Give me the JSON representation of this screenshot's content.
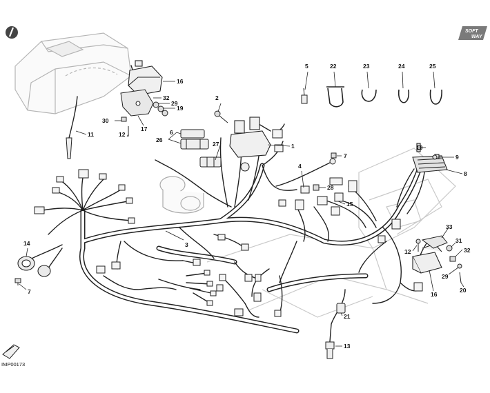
{
  "diagram": {
    "reference_code": "IMP00173",
    "logo": {
      "line1": "SOFT",
      "line2": "WAY"
    },
    "callouts": [
      {
        "key": "c1",
        "label": "1"
      },
      {
        "key": "c2",
        "label": "2"
      },
      {
        "key": "c3",
        "label": "3"
      },
      {
        "key": "c4",
        "label": "4"
      },
      {
        "key": "c5",
        "label": "5"
      },
      {
        "key": "c6",
        "label": "6"
      },
      {
        "key": "c7a",
        "label": "7"
      },
      {
        "key": "c7b",
        "label": "7"
      },
      {
        "key": "c8",
        "label": "8"
      },
      {
        "key": "c9",
        "label": "9"
      },
      {
        "key": "c10",
        "label": "10"
      },
      {
        "key": "c11",
        "label": "11"
      },
      {
        "key": "c12a",
        "label": "12"
      },
      {
        "key": "c12b",
        "label": "12"
      },
      {
        "key": "c13",
        "label": "13"
      },
      {
        "key": "c14",
        "label": "14"
      },
      {
        "key": "c15",
        "label": "15"
      },
      {
        "key": "c16a",
        "label": "16"
      },
      {
        "key": "c16b",
        "label": "16"
      },
      {
        "key": "c17",
        "label": "17"
      },
      {
        "key": "c19",
        "label": "19"
      },
      {
        "key": "c20",
        "label": "20"
      },
      {
        "key": "c21",
        "label": "21"
      },
      {
        "key": "c22",
        "label": "22"
      },
      {
        "key": "c23",
        "label": "23"
      },
      {
        "key": "c24",
        "label": "24"
      },
      {
        "key": "c25",
        "label": "25"
      },
      {
        "key": "c26",
        "label": "26"
      },
      {
        "key": "c27",
        "label": "27"
      },
      {
        "key": "c28",
        "label": "28"
      },
      {
        "key": "c29a",
        "label": "29"
      },
      {
        "key": "c29b",
        "label": "29"
      },
      {
        "key": "c30",
        "label": "30"
      },
      {
        "key": "c31",
        "label": "31"
      },
      {
        "key": "c32a",
        "label": "32"
      },
      {
        "key": "c32b",
        "label": "32"
      },
      {
        "key": "c33",
        "label": "33"
      }
    ]
  }
}
